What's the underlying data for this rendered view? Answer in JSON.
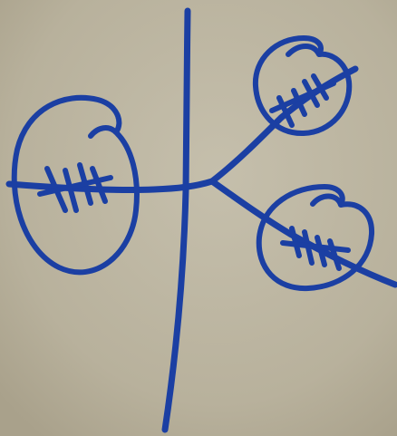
{
  "image": {
    "kind": "photo-of-hand-drawing",
    "paper_color": "#bab39f",
    "marker_color": "#1b3fa3",
    "elements": {
      "vertical_line": "vertical-stroke",
      "stem": "horizontal-stem",
      "branch_upper": "upper-right-branch",
      "branch_lower": "lower-right-branch",
      "loops": [
        "left-loop",
        "upper-right-loop",
        "lower-right-loop"
      ],
      "hatch_clusters": [
        "left-cross-hatches",
        "upper-right-cross-hatches",
        "lower-right-cross-hatches"
      ]
    }
  }
}
